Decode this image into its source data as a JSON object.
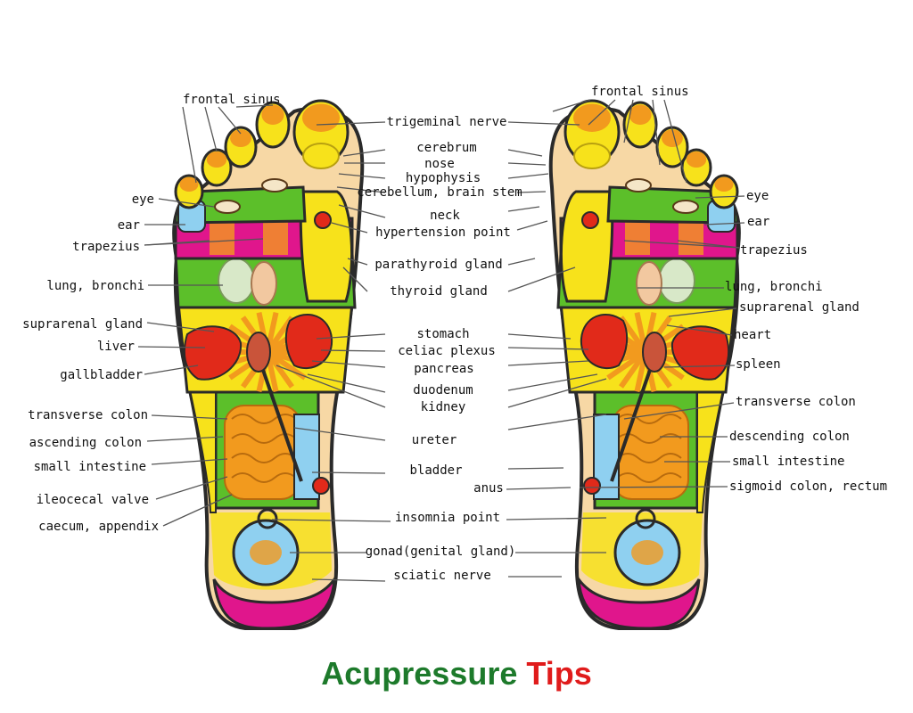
{
  "title": {
    "word1": "Acupressure",
    "word2": "Tips"
  },
  "colors": {
    "outline": "#2a2a2a",
    "yellow": "#f7e21b",
    "green": "#5cbf2a",
    "magenta": "#e0168c",
    "red": "#e12a1a",
    "orange": "#f29a1e",
    "skin": "#f7d8a5",
    "blue": "#8fd0f0",
    "leader": "#555555"
  },
  "labels": {
    "left": {
      "frontal_sinus": "frontal sinus",
      "eye": "eye",
      "ear": "ear",
      "trapezius": "trapezius",
      "lung_bronchi": "lung, bronchi",
      "suprarenal_gland": "suprarenal gland",
      "liver": "liver",
      "gallbladder": "gallbladder",
      "transverse_colon": "transverse colon",
      "ascending_colon": "ascending colon",
      "small_intestine": "small intestine",
      "ileocecal_valve": "ileocecal valve",
      "caecum_appendix": "caecum, appendix"
    },
    "center": {
      "trigeminal_nerve": "trigeminal nerve",
      "cerebrum": "cerebrum",
      "nose": "nose",
      "hypophysis": "hypophysis",
      "cerebellum_brain_stem": "cerebellum, brain stem",
      "neck": "neck",
      "hypertension_point": "hypertension point",
      "parathyroid_gland": "parathyroid gland",
      "thyroid_gland": "thyroid gland",
      "stomach": "stomach",
      "celiac_plexus": "celiac plexus",
      "pancreas": "pancreas",
      "duodenum": "duodenum",
      "kidney": "kidney",
      "ureter": "ureter",
      "bladder": "bladder",
      "anus": "anus",
      "insomnia_point": "insomnia point",
      "gonad": "gonad(genital gland)",
      "sciatic_nerve": "sciatic nerve"
    },
    "right": {
      "frontal_sinus": "frontal sinus",
      "eye": "eye",
      "ear": "ear",
      "trapezius": "trapezius",
      "lung_bronchi": "lung, bronchi",
      "suprarenal_gland": "suprarenal gland",
      "heart": "heart",
      "spleen": "spleen",
      "transverse_colon": "transverse colon",
      "descending_colon": "descending colon",
      "small_intestine": "small intestine",
      "sigmoid_colon_rectum": "sigmoid colon, rectum"
    }
  }
}
